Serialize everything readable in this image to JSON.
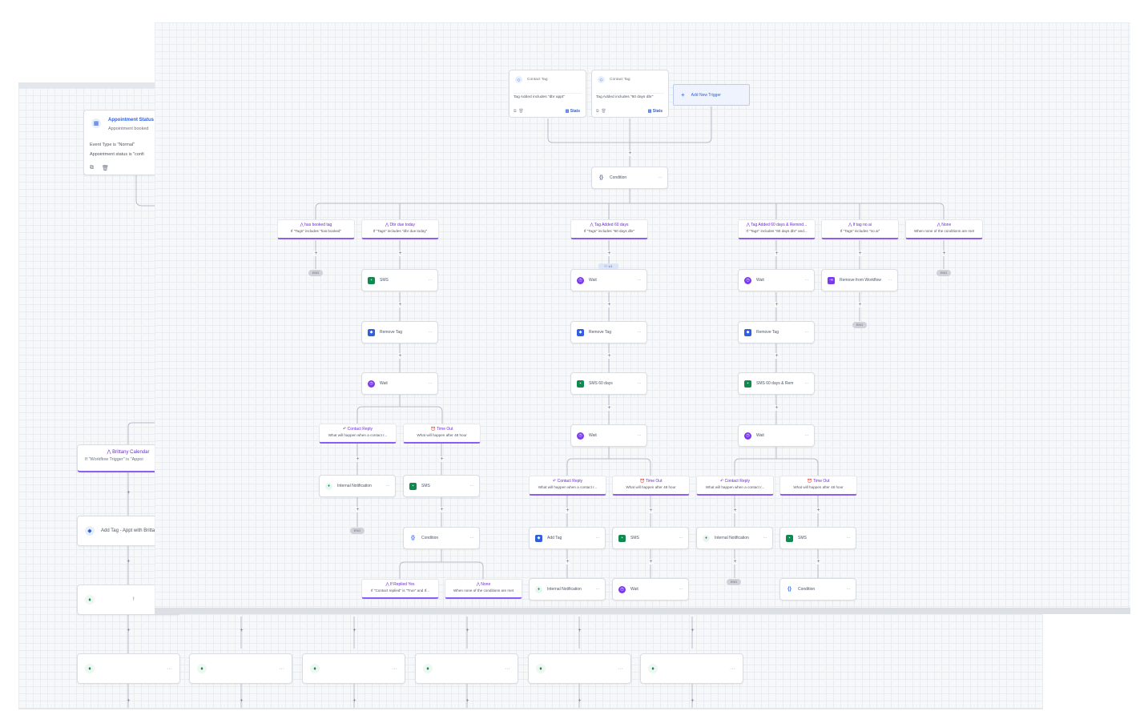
{
  "back_panel": {
    "appointment_trigger": {
      "title": "Appointment Status",
      "subtitle": "Appointment booked",
      "line1": "Event Type is \"Normal\"",
      "line2": "Appointment status is \"confi"
    },
    "brittany_branch": {
      "title": "Brittany Calendar",
      "subtitle": "If \"Workflow Trigger\" is \"Appoi"
    },
    "add_tag_node": {
      "label": "Add Tag - Appt with Brittany"
    },
    "notif_node": {
      "label": "!"
    },
    "bottom_nodes": [
      {
        "label": ""
      },
      {
        "label": ""
      },
      {
        "label": ""
      },
      {
        "label": ""
      },
      {
        "label": ""
      },
      {
        "label": ""
      }
    ],
    "more": "···"
  },
  "triggers": [
    {
      "type": "Contact Tag",
      "desc": "Tag Added includes \"dbr appt\"",
      "stats": "Stats"
    },
    {
      "type": "Contact Tag",
      "desc": "Tag Added includes \"60 days dbr\"",
      "stats": "Stats"
    }
  ],
  "add_trigger": "Add New Trigger",
  "condition_main": "Condition",
  "branches_top": [
    {
      "title": "has booked tag",
      "sub": "If \"Tags\" includes \"has booked\""
    },
    {
      "title": "Dbr due today",
      "sub": "If \"Tags\" includes \"dbr due today\""
    },
    {
      "title": "Tag Added 60 days",
      "sub": "If \"Tags\" includes \"60 days dbr\""
    },
    {
      "title": "Tag Added 60 days & Remind...",
      "sub": "If \"Tags\" includes \"60 days dbr\" and..."
    },
    {
      "title": "If tag no ai",
      "sub": "If \"Tags\" includes \"no ai\""
    },
    {
      "title": "None",
      "sub": "When none of the conditions are met"
    }
  ],
  "end_label": "END",
  "zoom_badge": "1/1",
  "nodes": {
    "sms": "SMS",
    "remove_tag": "Remove Tag",
    "wait": "Wait",
    "sms_60": "SMS 60 days",
    "sms_60_rem": "SMS 60 days & Rem",
    "remove_wf": "Remove from Workflow",
    "internal_notif": "Internal Notification",
    "add_tag": "Add Tag",
    "condition": "Condition"
  },
  "reply_branch": {
    "title": "Contact Reply",
    "sub": "What will happen when a contact r..."
  },
  "timeout_branch": {
    "title": "Time Out",
    "sub": "What will happen after 48 hour"
  },
  "replied_yes": {
    "title": "If Replied Yes",
    "sub": "If \"Contact replied\" is \"True\" and If..."
  },
  "none_branch": {
    "title": "None",
    "sub": "When none of the conditions are met"
  },
  "more": "···",
  "plus": "+"
}
